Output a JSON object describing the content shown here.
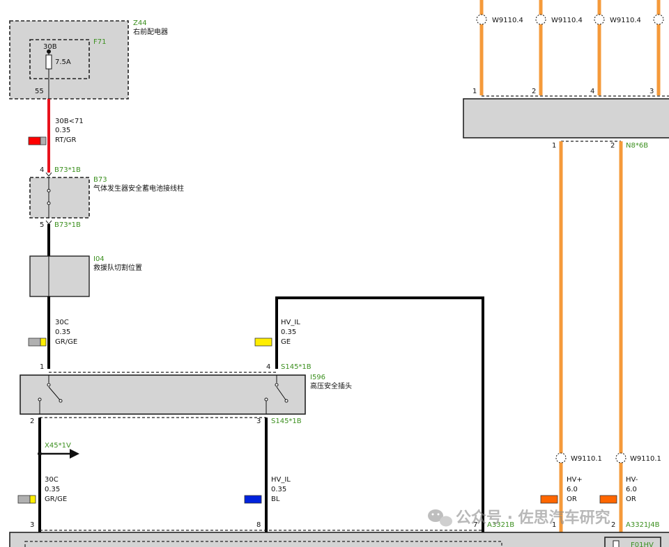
{
  "diagram": {
    "z44": {
      "id": "Z44",
      "name": "右前配电器",
      "pin": "55"
    },
    "f71": {
      "id": "F71",
      "terminal": "30B",
      "rating": "7.5A"
    },
    "wire_a": {
      "signal": "30B<71",
      "gauge": "0.35",
      "color_code": "RT/GR",
      "swatch": [
        "#ff0000",
        "#b0b0b0"
      ]
    },
    "b73": {
      "id": "B73",
      "name": "气体发生器安全蓄电池接线柱",
      "pin_in": "4",
      "pin_out": "5",
      "conn_in": "B73*1B",
      "conn_out": "B73*1B"
    },
    "i04": {
      "id": "I04",
      "name": "救援队切割位置"
    },
    "wire_b": {
      "signal": "30C",
      "gauge": "0.35",
      "color_code": "GR/GE",
      "swatch": [
        "#b0b0b0",
        "#ffee00"
      ]
    },
    "wire_c": {
      "signal": "HV_IL",
      "gauge": "0.35",
      "color_code": "GE",
      "swatch": [
        "#ffee00"
      ]
    },
    "i596": {
      "id": "I596",
      "name": "高压安全插头",
      "pin1": "1",
      "pin4": "4",
      "pin2": "2",
      "pin3": "3",
      "conn_top": "S145*1B",
      "conn_bottom": "S145*1B"
    },
    "x45": {
      "id": "X45*1V"
    },
    "wire_d": {
      "signal": "30C",
      "gauge": "0.35",
      "color_code": "GR/GE",
      "swatch": [
        "#b0b0b0",
        "#ffee00"
      ]
    },
    "wire_e": {
      "signal": "HV_IL",
      "gauge": "0.35",
      "color_code": "BL",
      "swatch": [
        "#0022dd"
      ]
    },
    "bottom_pins": {
      "p3": "3",
      "p8": "8",
      "p7": "7",
      "conn_a": "A3321B"
    },
    "top_right": {
      "w_labels": [
        "W9110.4",
        "W9110.4",
        "W9110.4"
      ],
      "pins": [
        "1",
        "2",
        "4",
        "3"
      ],
      "out_pins": [
        "1",
        "2"
      ],
      "conn": "N8*6B"
    },
    "hv": {
      "w_left": "W9110.1",
      "w_right": "W9110.1",
      "plus": {
        "signal": "HV+",
        "gauge": "6.0",
        "color_code": "OR"
      },
      "minus": {
        "signal": "HV-",
        "gauge": "6.0",
        "color_code": "OR"
      },
      "pin_left": "1",
      "pin_right": "2",
      "conn": "A3321J4B",
      "fuse": "F01HV"
    },
    "watermark": "公众号 · 佐思汽车研究",
    "colors": {
      "red_wire": "#e8121d",
      "orange_wire": "#f59a3a",
      "black_wire": "#000000",
      "box_fill": "#d4d4d4",
      "label_green": "#3b8f1e",
      "swatch_orange": "#ff6600"
    }
  }
}
